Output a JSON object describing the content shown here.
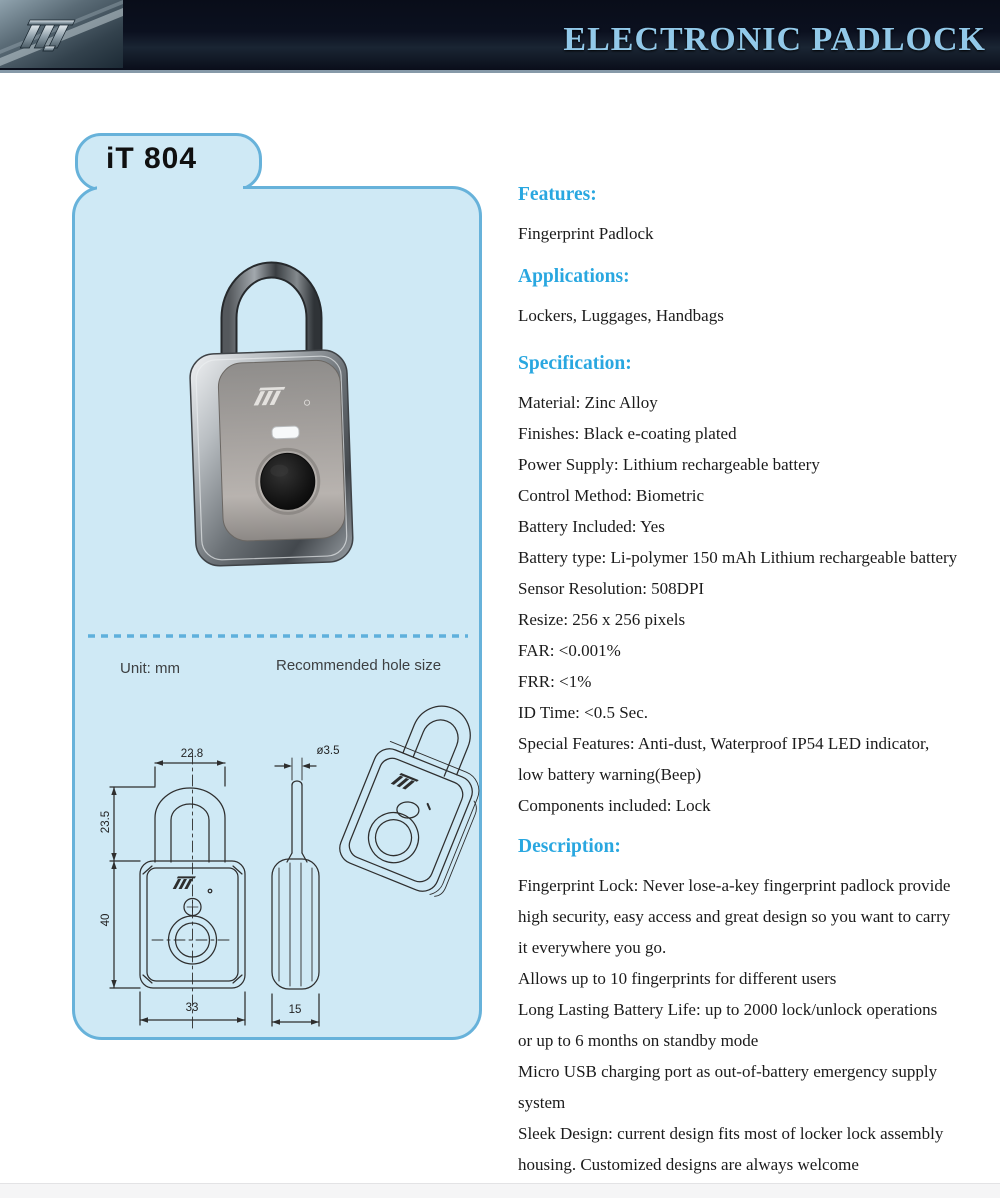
{
  "header": {
    "title": "ELECTRONIC PADLOCK"
  },
  "panel": {
    "model": "iT 804",
    "unit_label": "Unit: mm",
    "hole_size_label": "Recommended hole size",
    "dimensions": {
      "shackle_inner_width": "22.8",
      "shackle_height": "23.5",
      "body_height": "40",
      "body_width": "33",
      "hole_diameter": "ø3.5",
      "side_thickness": "15"
    }
  },
  "sections": {
    "features": {
      "heading": "Features:",
      "lines": [
        "Fingerprint Padlock"
      ]
    },
    "applications": {
      "heading": "Applications:",
      "lines": [
        "Lockers, Luggages, Handbags"
      ]
    },
    "specification": {
      "heading": "Specification:",
      "lines": [
        "Material: Zinc Alloy",
        "Finishes: Black e-coating plated",
        "Power Supply: Lithium rechargeable battery",
        "Control Method: Biometric",
        "Battery Included: Yes",
        "Battery type: Li-polymer 150 mAh Lithium rechargeable battery",
        "Sensor Resolution: 508DPI",
        "Resize: 256 x 256 pixels",
        "FAR: <0.001%",
        "FRR: <1%",
        "ID Time: <0.5 Sec.",
        "Special Features: Anti-dust, Waterproof IP54 LED indicator,",
        "low battery warning(Beep)",
        "Components included: Lock"
      ]
    },
    "description": {
      "heading": "Description:",
      "lines": [
        "Fingerprint Lock: Never lose-a-key fingerprint padlock provide",
        "high security, easy access and great design so you want to carry",
        "it everywhere you go.",
        "Allows up to 10 fingerprints for different users",
        "Long Lasting Battery Life: up to 2000 lock/unlock operations",
        "or up to 6 months on standby mode",
        "Micro USB charging port as out-of-battery emergency supply",
        "system",
        "Sleek Design: current design fits most of locker lock assembly",
        "housing. Customized designs are always welcome"
      ]
    }
  },
  "colors": {
    "accent": "#29a7e0",
    "panel_fill": "#cfe9f5",
    "panel_border": "#67b2da",
    "header_bg": "#0b101d",
    "header_title": "#92c9e9"
  }
}
